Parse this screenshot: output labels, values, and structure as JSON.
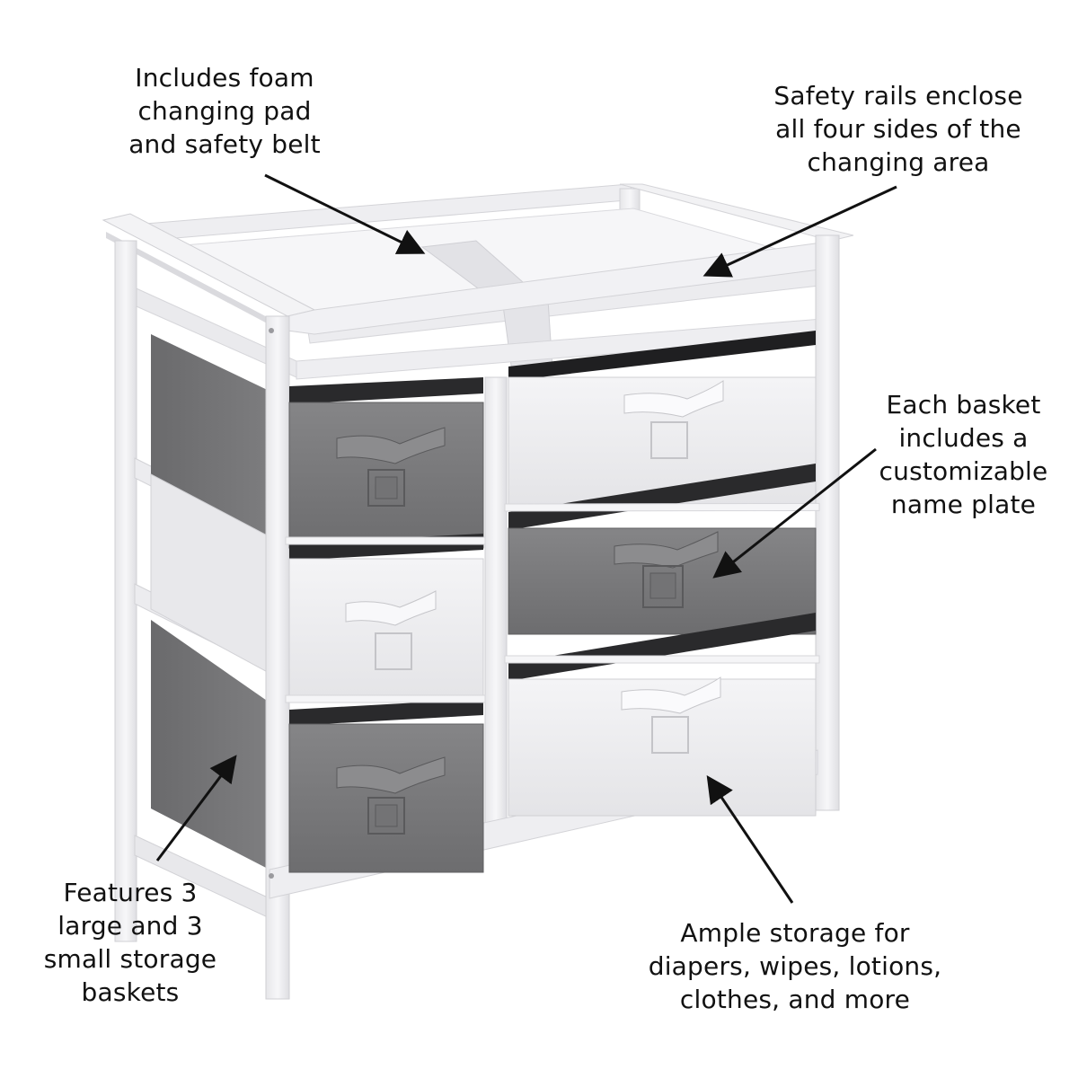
{
  "image": {
    "subject": "White changing table with 6 storage baskets",
    "background_color": "#ffffff"
  },
  "colors": {
    "frame_white": "#f1f1f3",
    "frame_shadow": "#d6d6da",
    "basket_gray": "#7a7a7c",
    "basket_gray_dark": "#5f5f61",
    "basket_white": "#ededef",
    "basket_opening": "#2a2a2c",
    "arrow": "#111111",
    "text": "#111111"
  },
  "callouts": [
    {
      "id": "pad",
      "lines": [
        "Includes foam",
        "changing pad",
        "and safety belt"
      ],
      "points_to": "safety-belt"
    },
    {
      "id": "rails",
      "lines": [
        "Safety rails enclose",
        "all four sides of the",
        "changing area"
      ],
      "points_to": "front-safety-rail"
    },
    {
      "id": "plate",
      "lines": [
        "Each basket",
        "includes a",
        "customizable",
        "name plate"
      ],
      "points_to": "name-plate"
    },
    {
      "id": "bask",
      "lines": [
        "Features 3",
        "large and 3",
        "small storage",
        "baskets"
      ],
      "points_to": "side-basket"
    },
    {
      "id": "store",
      "lines": [
        "Ample storage for",
        "diapers, wipes, lotions,",
        "clothes, and more"
      ],
      "points_to": "bottom-large-basket"
    }
  ],
  "product": {
    "baskets": [
      {
        "position": "left-top",
        "size": "small",
        "color": "gray"
      },
      {
        "position": "left-middle",
        "size": "small",
        "color": "white"
      },
      {
        "position": "left-bottom",
        "size": "small",
        "color": "gray"
      },
      {
        "position": "right-top",
        "size": "large",
        "color": "white"
      },
      {
        "position": "right-middle",
        "size": "large",
        "color": "gray"
      },
      {
        "position": "right-bottom",
        "size": "large",
        "color": "white"
      }
    ],
    "basket_count": {
      "large": 3,
      "small": 3
    }
  }
}
